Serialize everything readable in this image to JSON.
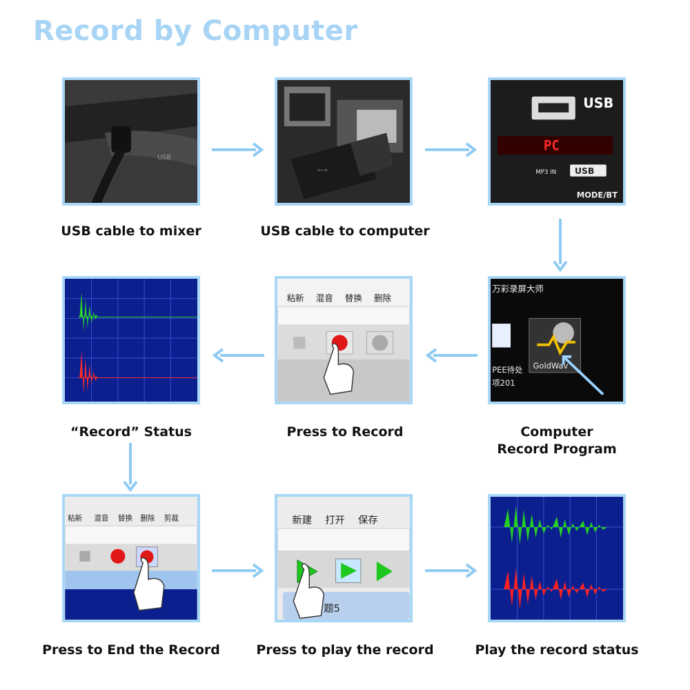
{
  "title": "Record by Computer",
  "accent_color": "#a8d4f5",
  "arrow_color": "#8ecbf3",
  "steps": [
    {
      "label": "USB cable to mixer",
      "icon": "usb-cable-icon"
    },
    {
      "label": "USB cable to computer",
      "icon": "usb-port-icon"
    },
    {
      "label": "",
      "icon": "mixer-display-icon",
      "display_text": "PC",
      "panel_text": "USB",
      "panel_subtext": "MP3 IN",
      "panel_bottom": "MODE/BT"
    },
    {
      "label": "Computer Record Program",
      "label_line1": "Computer",
      "label_line2": "Record Program",
      "icon": "goldwave-icon",
      "app_text": "GoldWav",
      "desktop_text": "万彩录屏大师",
      "desktop_text2": "PEE待处",
      "desktop_text3": "项201"
    },
    {
      "label": "Press to Record",
      "icon": "record-button-icon",
      "toolbar": [
        "粘新",
        "混音",
        "替换",
        "删除"
      ]
    },
    {
      "label": "“Record” Status",
      "icon": "waveform-icon"
    },
    {
      "label": "Press to End the Record",
      "icon": "stop-button-icon",
      "toolbar": [
        "粘新",
        "混音",
        "替换",
        "删除",
        "剪裁"
      ]
    },
    {
      "label": "Press to play the record",
      "icon": "play-button-icon",
      "toolbar": [
        "新建",
        "打开",
        "保存"
      ],
      "tab_text": "题5"
    },
    {
      "label": "Play the record status",
      "icon": "waveform-play-icon"
    }
  ]
}
